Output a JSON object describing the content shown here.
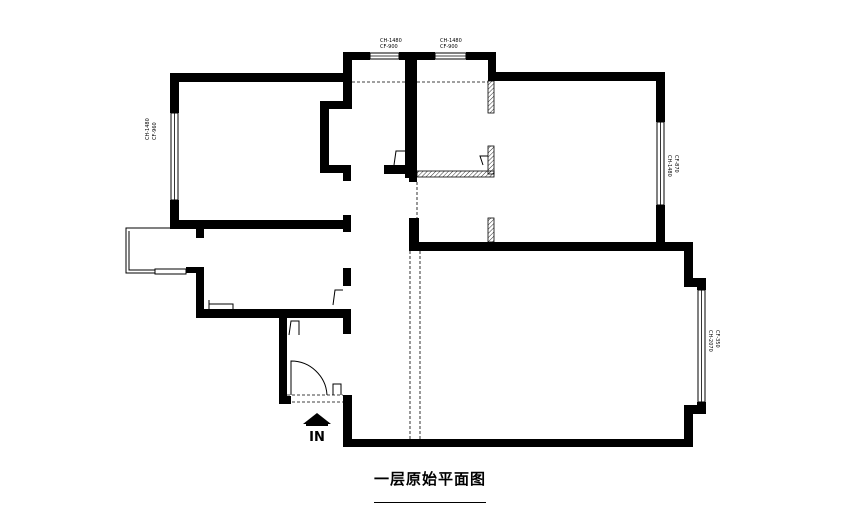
{
  "title": "一层原始平面图",
  "entrance_label": "IN",
  "windows": [
    {
      "id": "top-left",
      "ch": "CH-1480",
      "cf": "CF-900"
    },
    {
      "id": "top-right",
      "ch": "CH-1480",
      "cf": "CF-900"
    },
    {
      "id": "left-bedroom",
      "ch": "CH-1480",
      "cf": "CF-960"
    },
    {
      "id": "right-bedroom",
      "ch": "CH-1480",
      "cf": "CF-870"
    },
    {
      "id": "living-room",
      "ch": "CH-2070",
      "cf": "CF-350"
    }
  ],
  "colors": {
    "wall": "#000000",
    "background": "#ffffff"
  }
}
